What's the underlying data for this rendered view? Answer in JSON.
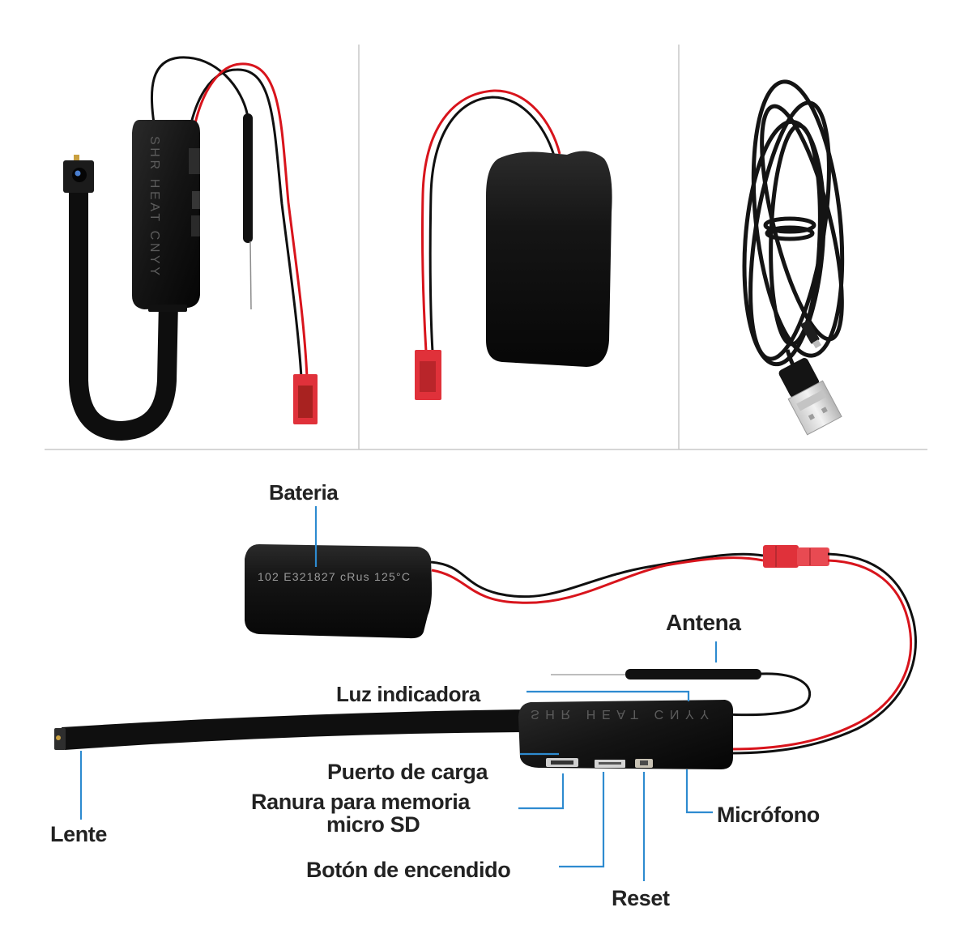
{
  "labels": {
    "bateria": "Bateria",
    "antena": "Antena",
    "luz_indicadora": "Luz indicadora",
    "puerto_de_carga": "Puerto de carga",
    "ranura_line1": "Ranura para memoria",
    "ranura_line2": "micro SD",
    "lente": "Lente",
    "microfono": "Micrófono",
    "boton_encendido": "Botón de encendido",
    "reset": "Reset"
  },
  "markings": {
    "module": "SHR HEAT CNYY",
    "battery": "102 E321827 cRus 125°C"
  },
  "icons": [
    "camera-module-photo",
    "battery-photo",
    "usb-cable-photo",
    "lens-icon",
    "antenna-icon",
    "connector-icon"
  ],
  "colors": {
    "leader_line": "#2e8bd0",
    "device_body": "#121212",
    "wire_red": "#d8141c",
    "connector_red": "#e0313a",
    "divider": "#c8c8c8"
  }
}
